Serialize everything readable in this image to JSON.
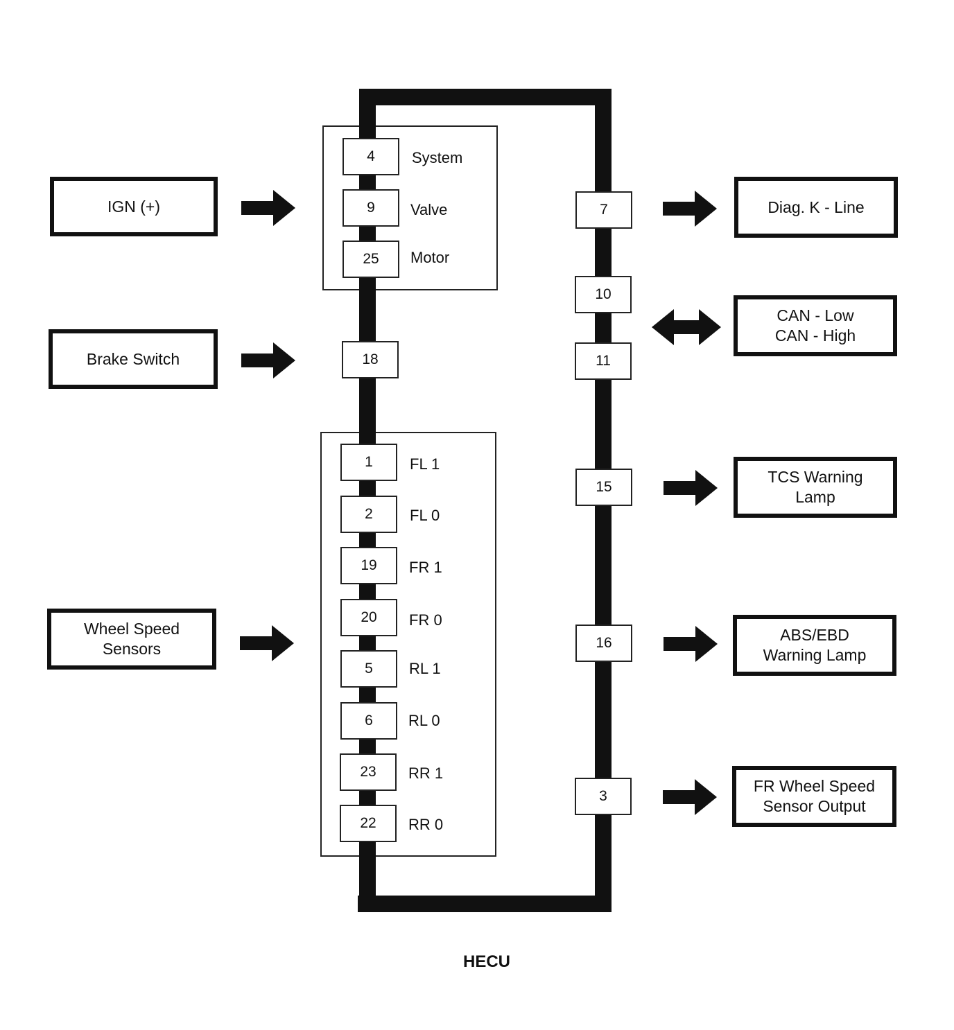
{
  "hecu_label": "HECU",
  "left_inputs": {
    "ign": "IGN (+)",
    "brake_switch": "Brake Switch",
    "wheel_speed_sensors": [
      "Wheel Speed",
      "Sensors"
    ]
  },
  "power_group": [
    {
      "pin": "4",
      "label": "System"
    },
    {
      "pin": "9",
      "label": "Valve"
    },
    {
      "pin": "25",
      "label": "Motor"
    }
  ],
  "brake_pin": "18",
  "sensor_group": [
    {
      "pin": "1",
      "label": "FL 1"
    },
    {
      "pin": "2",
      "label": "FL 0"
    },
    {
      "pin": "19",
      "label": "FR 1"
    },
    {
      "pin": "20",
      "label": "FR 0"
    },
    {
      "pin": "5",
      "label": "RL 1"
    },
    {
      "pin": "6",
      "label": "RL 0"
    },
    {
      "pin": "23",
      "label": "RR 1"
    },
    {
      "pin": "22",
      "label": "RR 0"
    }
  ],
  "right_pins": [
    "7",
    "10",
    "11",
    "15",
    "16",
    "3"
  ],
  "right_outputs": {
    "diag": "Diag. K - Line",
    "can": [
      "CAN - Low",
      "CAN - High"
    ],
    "tcs": [
      "TCS Warning",
      "Lamp"
    ],
    "abs": [
      "ABS/EBD",
      "Warning Lamp"
    ],
    "fr": [
      "FR Wheel Speed",
      "Sensor Output"
    ]
  }
}
